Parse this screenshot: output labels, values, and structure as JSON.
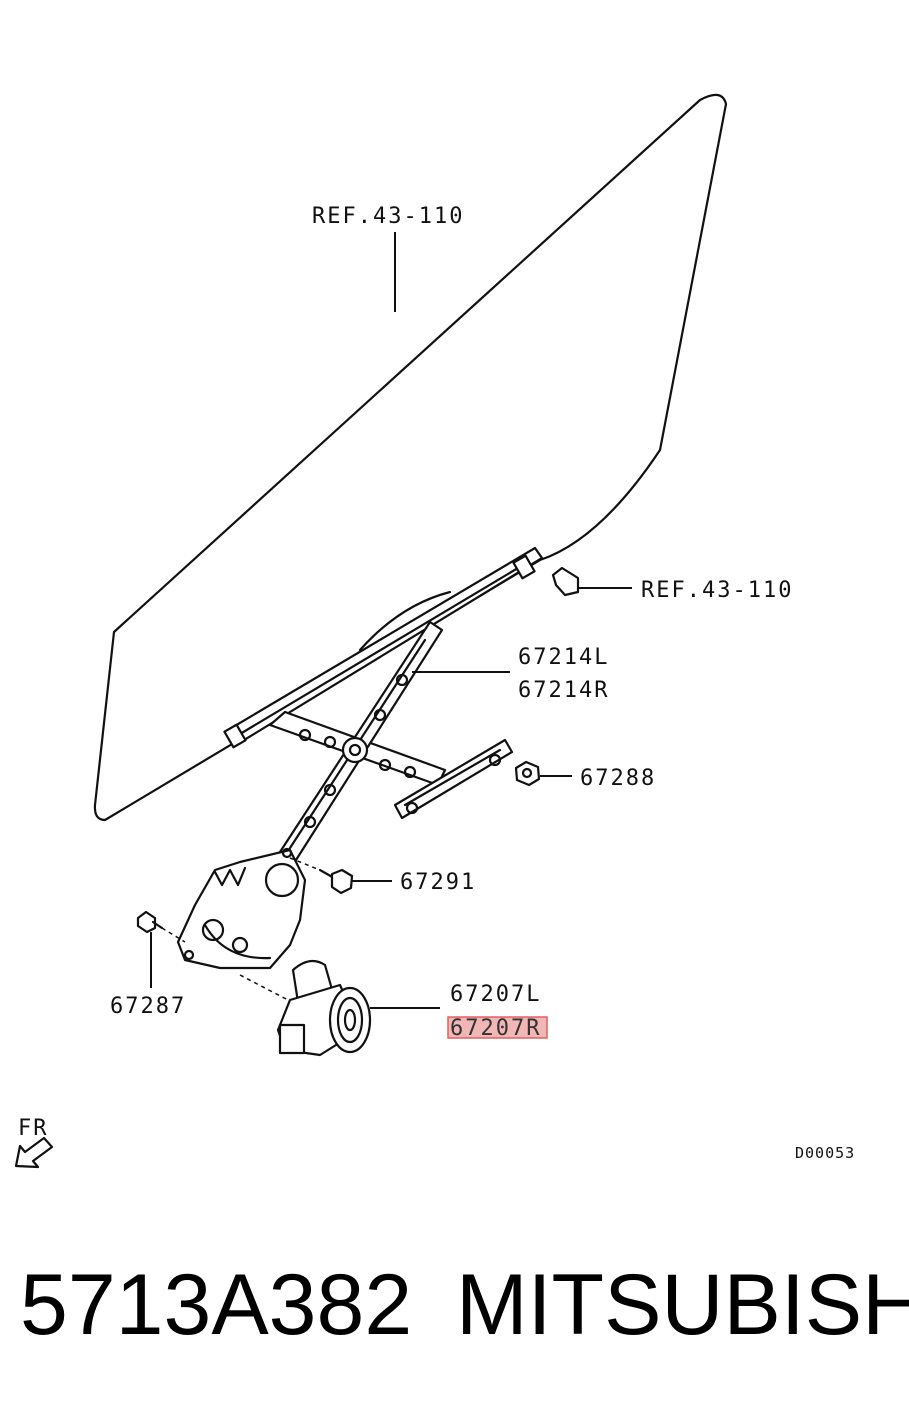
{
  "callouts": {
    "glass_ref": "REF.43-110",
    "clip_ref": "REF.43-110",
    "regulator_l": "67214L",
    "regulator_r": "67214R",
    "nut": "67288",
    "bolt": "67291",
    "stud_bolt": "67287",
    "motor_l": "67207L",
    "motor_r": "67207R"
  },
  "highlight_color": "#e06060",
  "direction_label": "FR",
  "diagram_code": "D00053",
  "footer": {
    "part_number": "5713A382",
    "brand": "MITSUBISHI"
  }
}
